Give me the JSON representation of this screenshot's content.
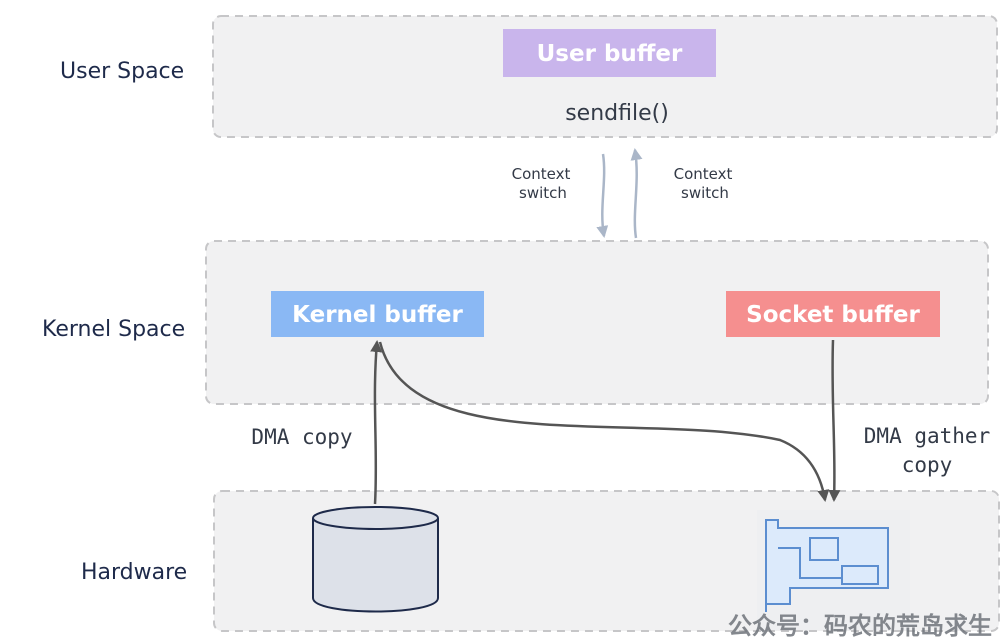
{
  "layers": {
    "user": "User Space",
    "kernel": "Kernel Space",
    "hardware": "Hardware"
  },
  "user_space": {
    "user_buffer": "User buffer",
    "call": "sendfile()"
  },
  "context_switch": {
    "down_line1": "Context",
    "down_line2": "switch",
    "up_line1": "Context",
    "up_line2": "switch"
  },
  "kernel_space": {
    "kernel_buffer": "Kernel buffer",
    "socket_buffer": "Socket buffer"
  },
  "transfers": {
    "dma_copy": "DMA copy",
    "dma_gather_line1": "DMA gather",
    "dma_gather_line2": "copy"
  },
  "watermark": "公众号：码农的荒岛求生",
  "colors": {
    "user_buffer": "#c9b5ec",
    "kernel_buffer": "#8ab8f4",
    "socket_buffer": "#f58f8f",
    "layer_fill": "#f1f1f2",
    "layer_border": "#c6c6c8",
    "context_arrow": "#aab6c8",
    "data_arrow": "#555555",
    "text_dark": "#1e2a4a",
    "disk_fill": "#dde1e9",
    "nic_fill": "#dceafb",
    "nic_stroke": "#5c8ed0"
  },
  "icons": {
    "disk": "disk-cylinder-icon",
    "nic": "network-card-icon"
  }
}
